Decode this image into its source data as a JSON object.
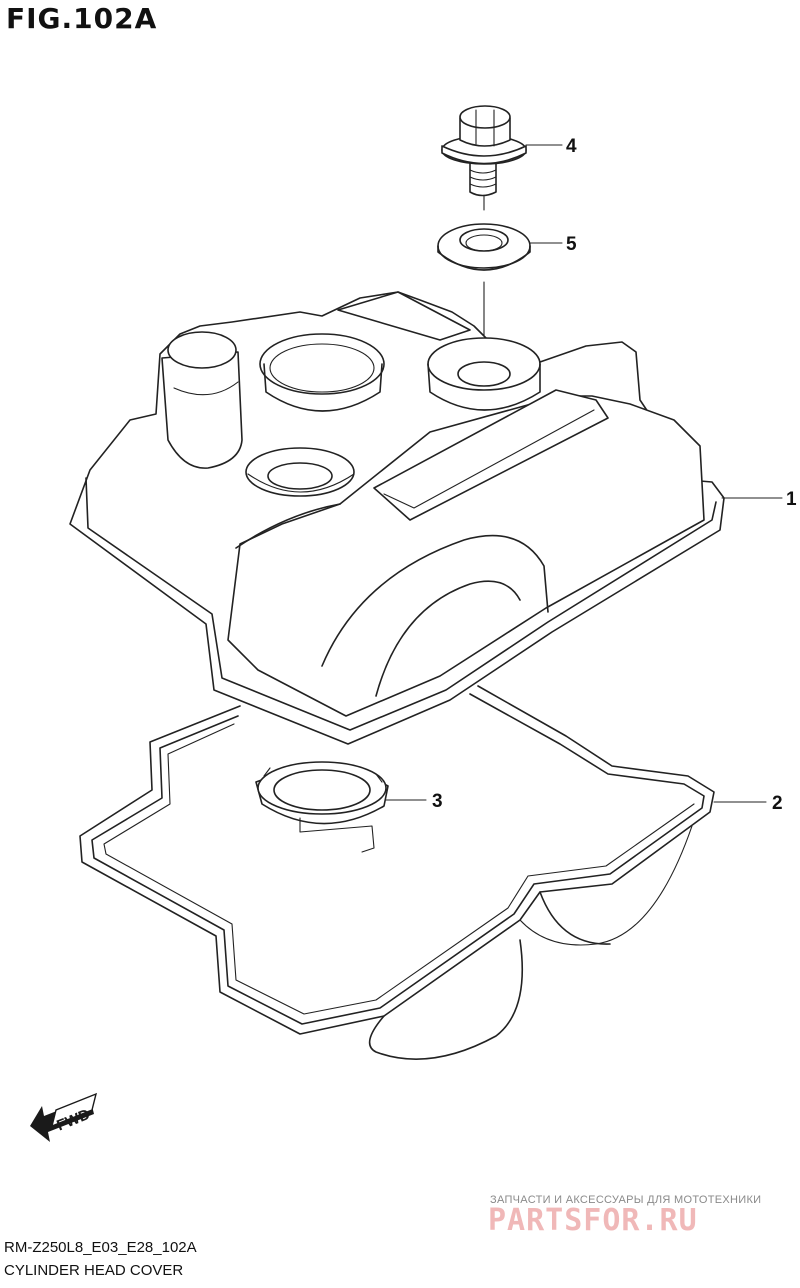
{
  "figure": {
    "title": "FIG.102A"
  },
  "callouts": [
    "1",
    "2",
    "3",
    "4",
    "5"
  ],
  "fwd_label": "FWD",
  "watermark": {
    "tagline": "ЗАПЧАСТИ И АКСЕССУАРЫ ДЛЯ МОТОТЕХНИКИ",
    "logo": "PARTSFOR.RU"
  },
  "footer": {
    "code": "RM-Z250L8_E03_E28_102A",
    "name": "CYLINDER HEAD COVER"
  }
}
